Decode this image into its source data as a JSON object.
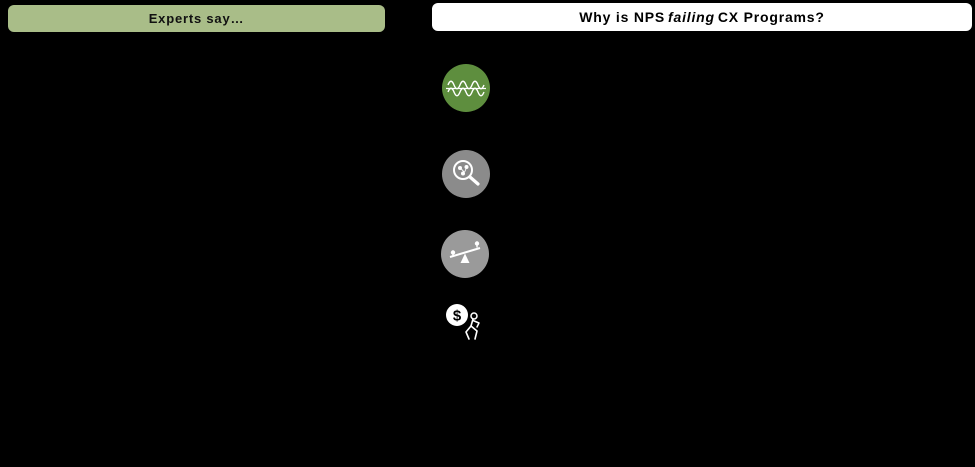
{
  "slide": {
    "left_header": "Experts say…",
    "right_header": {
      "pre": "Why is NPS",
      "italic": "failing",
      "post": "CX Programs?"
    }
  },
  "icons": [
    {
      "name": "waves-icon",
      "bg": "#5e8e3e",
      "fg": "#ffffff"
    },
    {
      "name": "magnifier-analysis-icon",
      "bg": "#8b8b8b",
      "fg": "#ffffff"
    },
    {
      "name": "seesaw-balance-icon",
      "bg": "#9a9a9a",
      "fg": "#ffffff"
    },
    {
      "name": "money-walking-icon",
      "bg": "none",
      "coin": "#ffffff",
      "dollar": "$",
      "fg": "#ffffff"
    }
  ],
  "colors": {
    "background": "#000000",
    "left_header_bg": "#a9bd88",
    "right_header_bg": "#ffffff",
    "header_text": "#000000"
  }
}
